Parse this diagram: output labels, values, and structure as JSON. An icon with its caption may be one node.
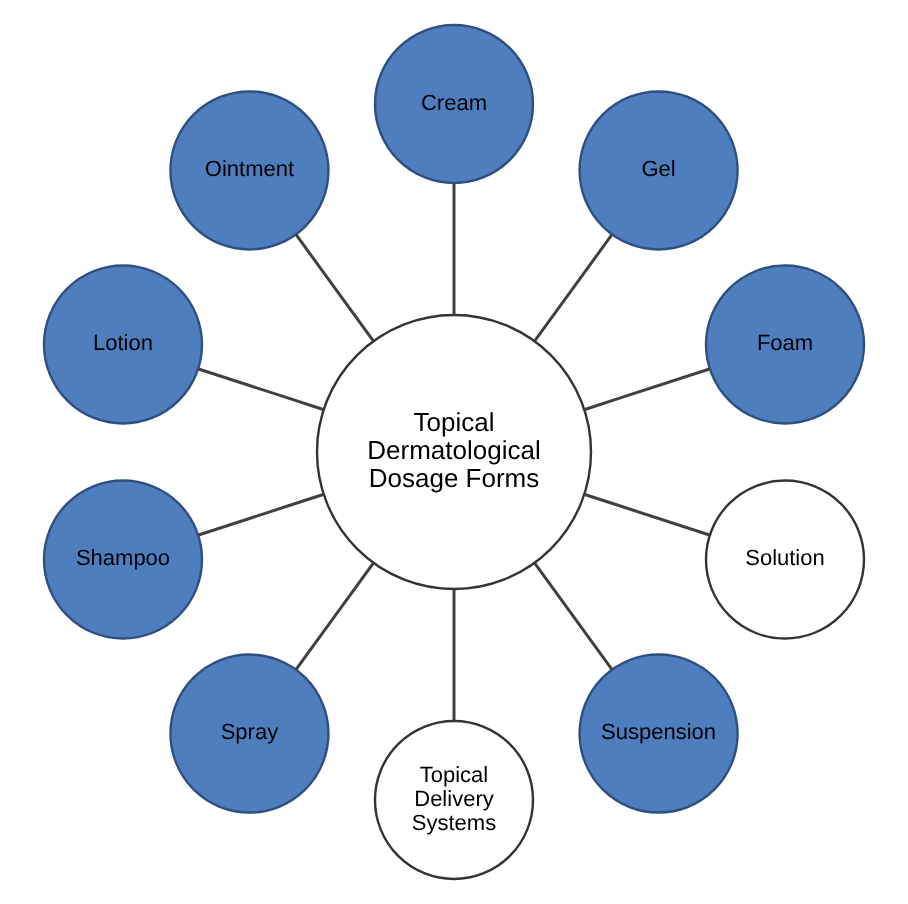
{
  "diagram": {
    "nodes": [
      {
        "text": [
          "Topical Dermatological Dosage Forms"
        ]
      },
      {
        "text": [
          "Foam"
        ]
      },
      {
        "text": [
          "Gel"
        ]
      },
      {
        "text": [
          "Cream"
        ]
      },
      {
        "text": [
          "Ointment"
        ]
      },
      {
        "text": [
          "Lotion"
        ]
      },
      {
        "text": [
          "Shampoo"
        ]
      },
      {
        "text": [
          "Spray"
        ]
      },
      {
        "text": [
          "Topical Delivery Systems"
        ]
      },
      {
        "text": [
          "Suspension"
        ]
      },
      {
        "text": [
          "Solution"
        ]
      }
    ],
    "edges": [
      {
        "from": 0,
        "to": 1,
        "arrow": "none"
      },
      {
        "from": 0,
        "to": 2,
        "arrow": "none"
      },
      {
        "from": 0,
        "to": 3,
        "arrow": "none"
      },
      {
        "from": 0,
        "to": 4,
        "arrow": "none"
      },
      {
        "from": 0,
        "to": 5,
        "arrow": "none"
      },
      {
        "from": 0,
        "to": 6,
        "arrow": "none"
      },
      {
        "from": 0,
        "to": 7,
        "arrow": "none"
      },
      {
        "from": 0,
        "to": 8,
        "arrow": "none"
      },
      {
        "from": 0,
        "to": 9,
        "arrow": "none"
      },
      {
        "from": 0,
        "to": 10,
        "arrow": "none"
      }
    ]
  }
}
